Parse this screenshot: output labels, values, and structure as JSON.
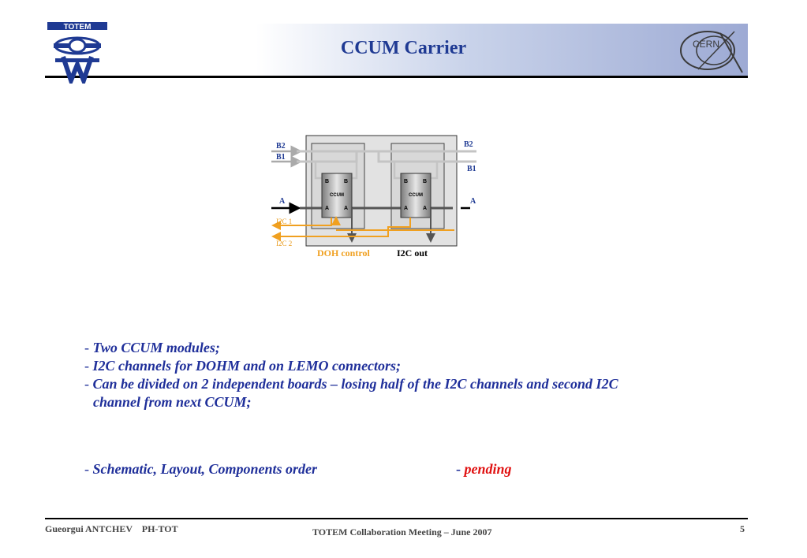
{
  "header": {
    "title": "CCUM Carrier",
    "left_logo_text": "TOTEM",
    "right_logo_text": "CERN"
  },
  "diagram": {
    "left_b2": "B2",
    "left_b1": "B1",
    "right_b2": "B2",
    "right_b1": "B1",
    "left_a": "A",
    "right_a": "A",
    "i2c1": "I2C 1",
    "i2c2": "I2C 2",
    "module1": {
      "label": "CCUM",
      "b_left": "B",
      "b_right": "B",
      "a_left": "A",
      "a_right": "A"
    },
    "module2": {
      "label": "CCUM",
      "b_left": "B",
      "b_right": "B",
      "a_left": "A",
      "a_right": "A"
    },
    "caption_doh": "DOH control",
    "caption_i2c": "I2C out",
    "colors": {
      "orange": "#f0a020",
      "blue": "#1f3a93",
      "gray": "#bfbfbf",
      "dark": "#555555"
    }
  },
  "bullets": [
    {
      "dash": "- ",
      "text": "Two CCUM modules;"
    },
    {
      "dash": "- ",
      "text": "I2C channels for DOHM and on LEMO connectors;"
    },
    {
      "dash": "- ",
      "text": "Can be divided on 2 independent boards – losing half of the I2C channels and second I2C"
    },
    {
      "dash": "",
      "text": "channel from next CCUM;"
    }
  ],
  "status": {
    "dash": "- ",
    "text": "Schematic, Layout, Components order",
    "sep": "- ",
    "value": "pending"
  },
  "footer": {
    "author": "Gueorgui ANTCHEV    PH-TOT",
    "meeting": "TOTEM Collaboration Meeting – June 2007",
    "page": "5"
  }
}
